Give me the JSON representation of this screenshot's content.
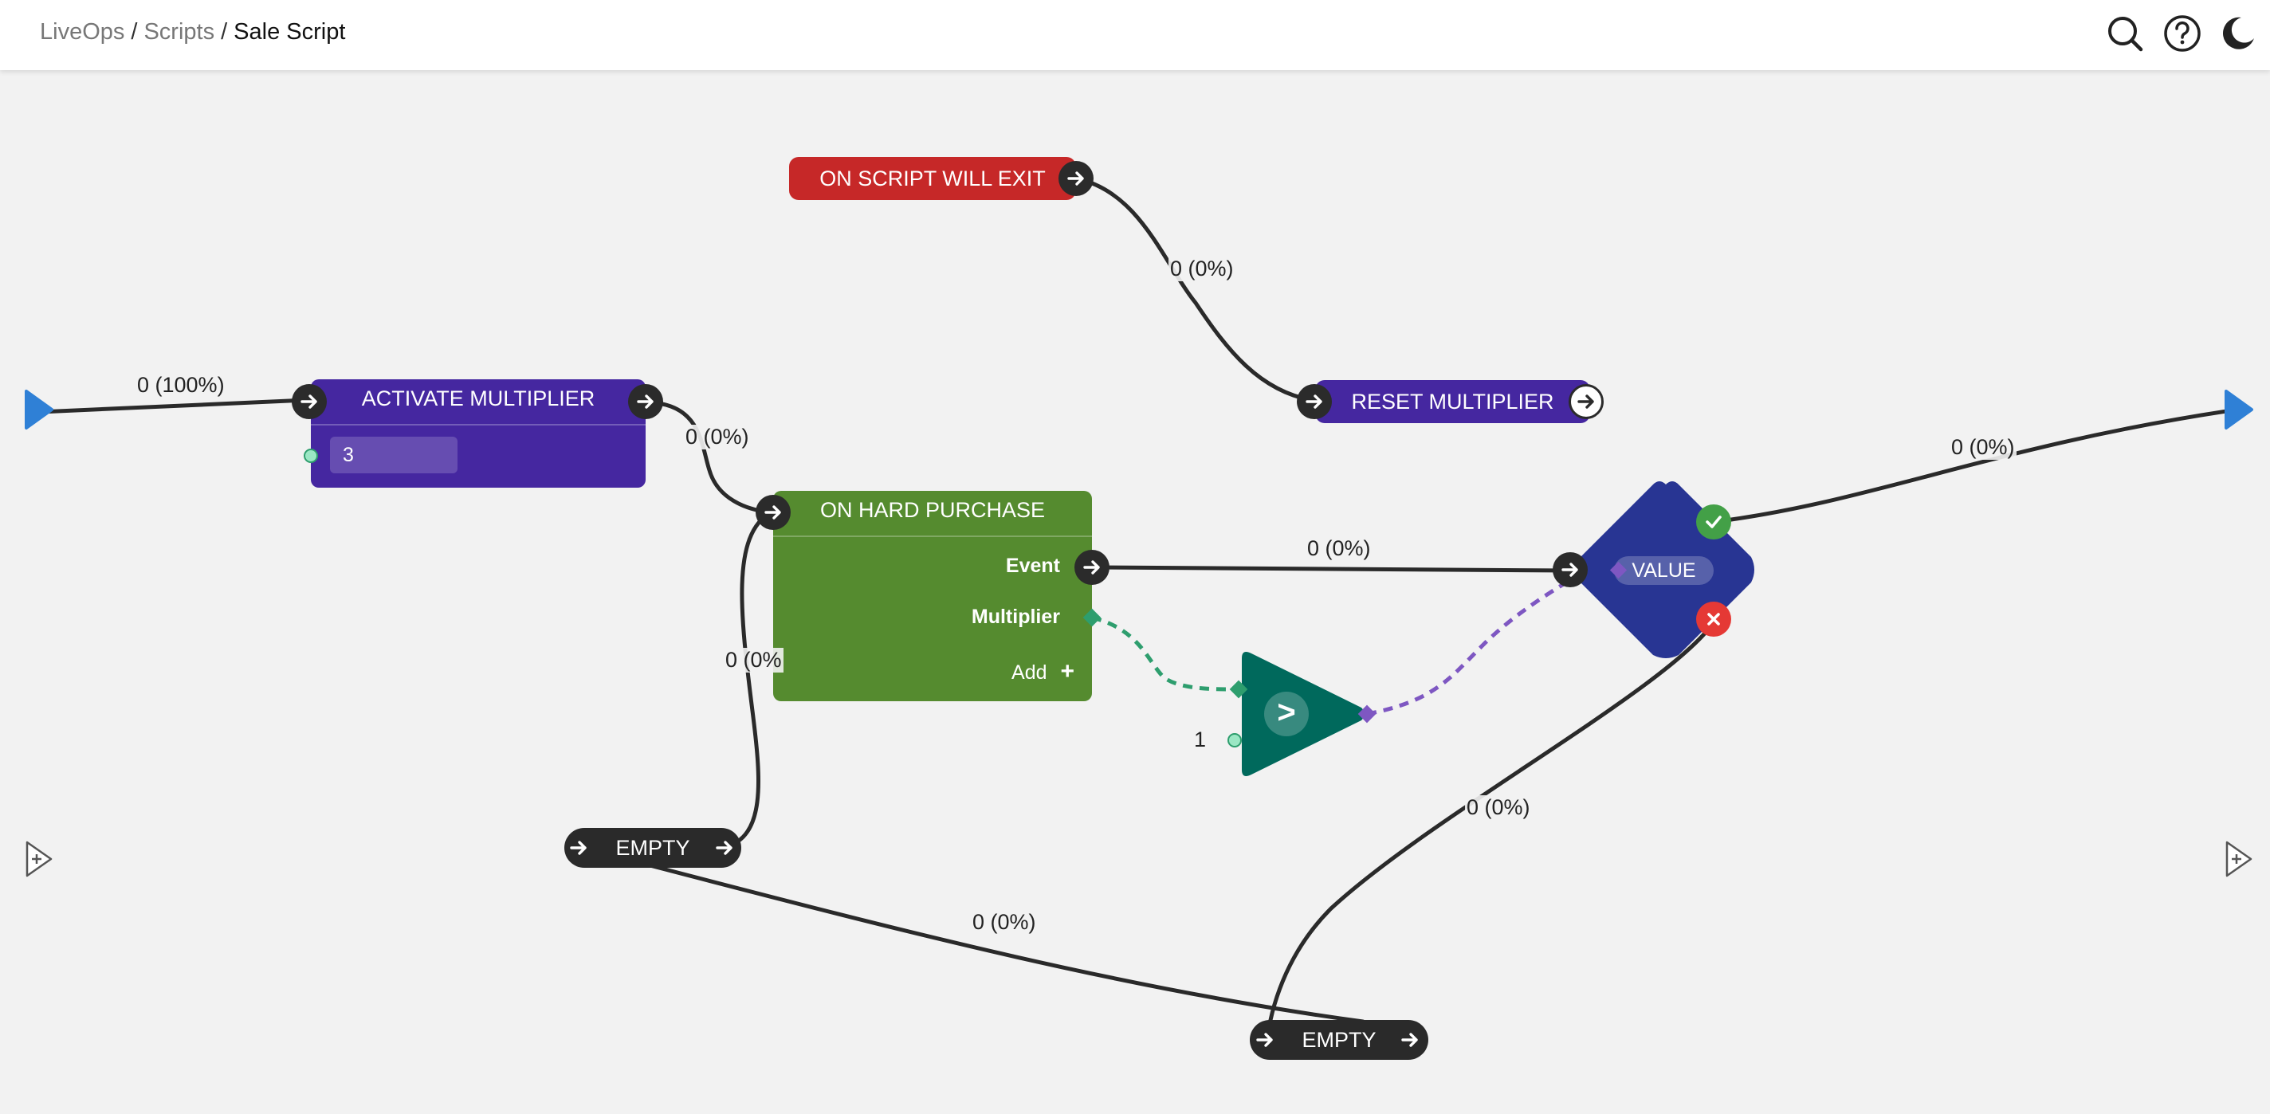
{
  "breadcrumb": {
    "items": [
      "LiveOps",
      "Scripts"
    ],
    "current": "Sale Script",
    "separator": "/"
  },
  "toolbar": {
    "icons": [
      "search-icon",
      "help-icon",
      "dark-mode-icon"
    ]
  },
  "nodes": {
    "on_script_will_exit": {
      "label": "ON SCRIPT WILL EXIT",
      "color": "#c62828"
    },
    "activate_multiplier": {
      "label": "ACTIVATE MULTIPLIER",
      "input_value": "3",
      "color": "#4527a0"
    },
    "reset_multiplier": {
      "label": "RESET MULTIPLIER",
      "color": "#4527a0"
    },
    "on_hard_purchase": {
      "label": "ON HARD PURCHASE",
      "outputs": [
        "Event",
        "Multiplier"
      ],
      "add_label": "Add",
      "color": "#558b2f"
    },
    "compare": {
      "symbol": ">",
      "input_value": "1",
      "color": "#00695c"
    },
    "condition": {
      "label": "VALUE",
      "color": "#283593"
    },
    "empty_left": {
      "label": "EMPTY"
    },
    "empty_bottom": {
      "label": "EMPTY"
    }
  },
  "edges": {
    "start_to_activate": "0 (100%)",
    "exit_to_reset": "0 (0%)",
    "activate_to_purchase": "0 (0%)",
    "empty_to_purchase": "0 (0%",
    "event_to_condition": "0 (0%)",
    "condition_to_end": "0 (0%)",
    "condition_false_to_empty": "0 (0%)",
    "empty_to_empty": "0 (0%)"
  },
  "colors": {
    "accent_blue": "#2f80d6",
    "success": "#43a047",
    "error": "#e53935",
    "data_green": "#2e9e6e",
    "data_purple": "#7e57c2"
  }
}
